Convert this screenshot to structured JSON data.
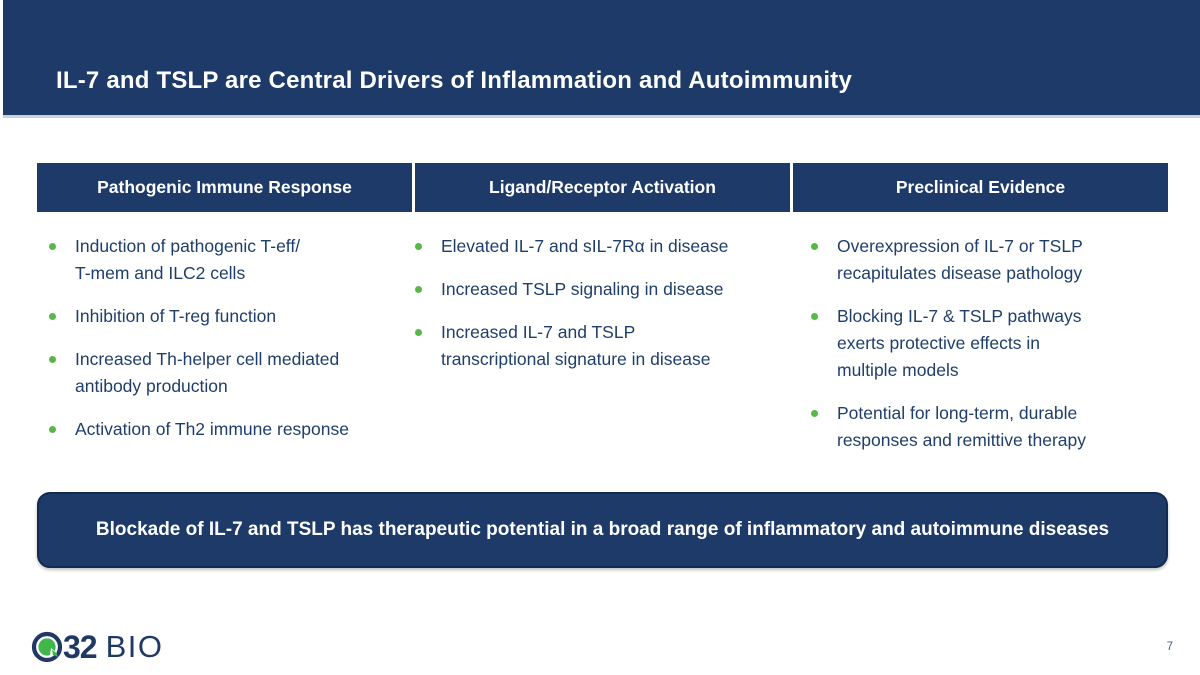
{
  "slide": {
    "title": "IL-7 and TSLP are Central Drivers of Inflammation and Autoimmunity",
    "page_number": "7"
  },
  "colors": {
    "navy": "#1d3a68",
    "body_text_navy": "#1f3e6c",
    "bullet_green": "#57b847",
    "logo_green": "#41b649",
    "logo_navy": "#1f3864"
  },
  "columns": [
    {
      "header": "Pathogenic Immune Response",
      "bullets": [
        "Induction of pathogenic T-eff/\nT-mem and ILC2 cells",
        "Inhibition of T-reg function",
        "Increased Th-helper cell mediated\nantibody production",
        "Activation of Th2 immune response"
      ]
    },
    {
      "header": "Ligand/Receptor Activation",
      "bullets": [
        "Elevated IL-7 and sIL-7Rα in disease",
        "Increased TSLP signaling in disease",
        "Increased IL-7 and TSLP\ntranscriptional signature in disease"
      ]
    },
    {
      "header": "Preclinical Evidence",
      "bullets": [
        "Overexpression of IL-7 or TSLP\nrecapitulates disease pathology",
        "Blocking IL-7 & TSLP pathways\nexerts protective effects in\nmultiple models",
        "Potential for long-term, durable\nresponses and remittive therapy"
      ]
    }
  ],
  "banner": {
    "text": "Blockade of IL-7 and TSLP has therapeutic potential in a broad range of inflammatory and autoimmune diseases"
  },
  "logo": {
    "number": "32",
    "bio": "BIO"
  }
}
